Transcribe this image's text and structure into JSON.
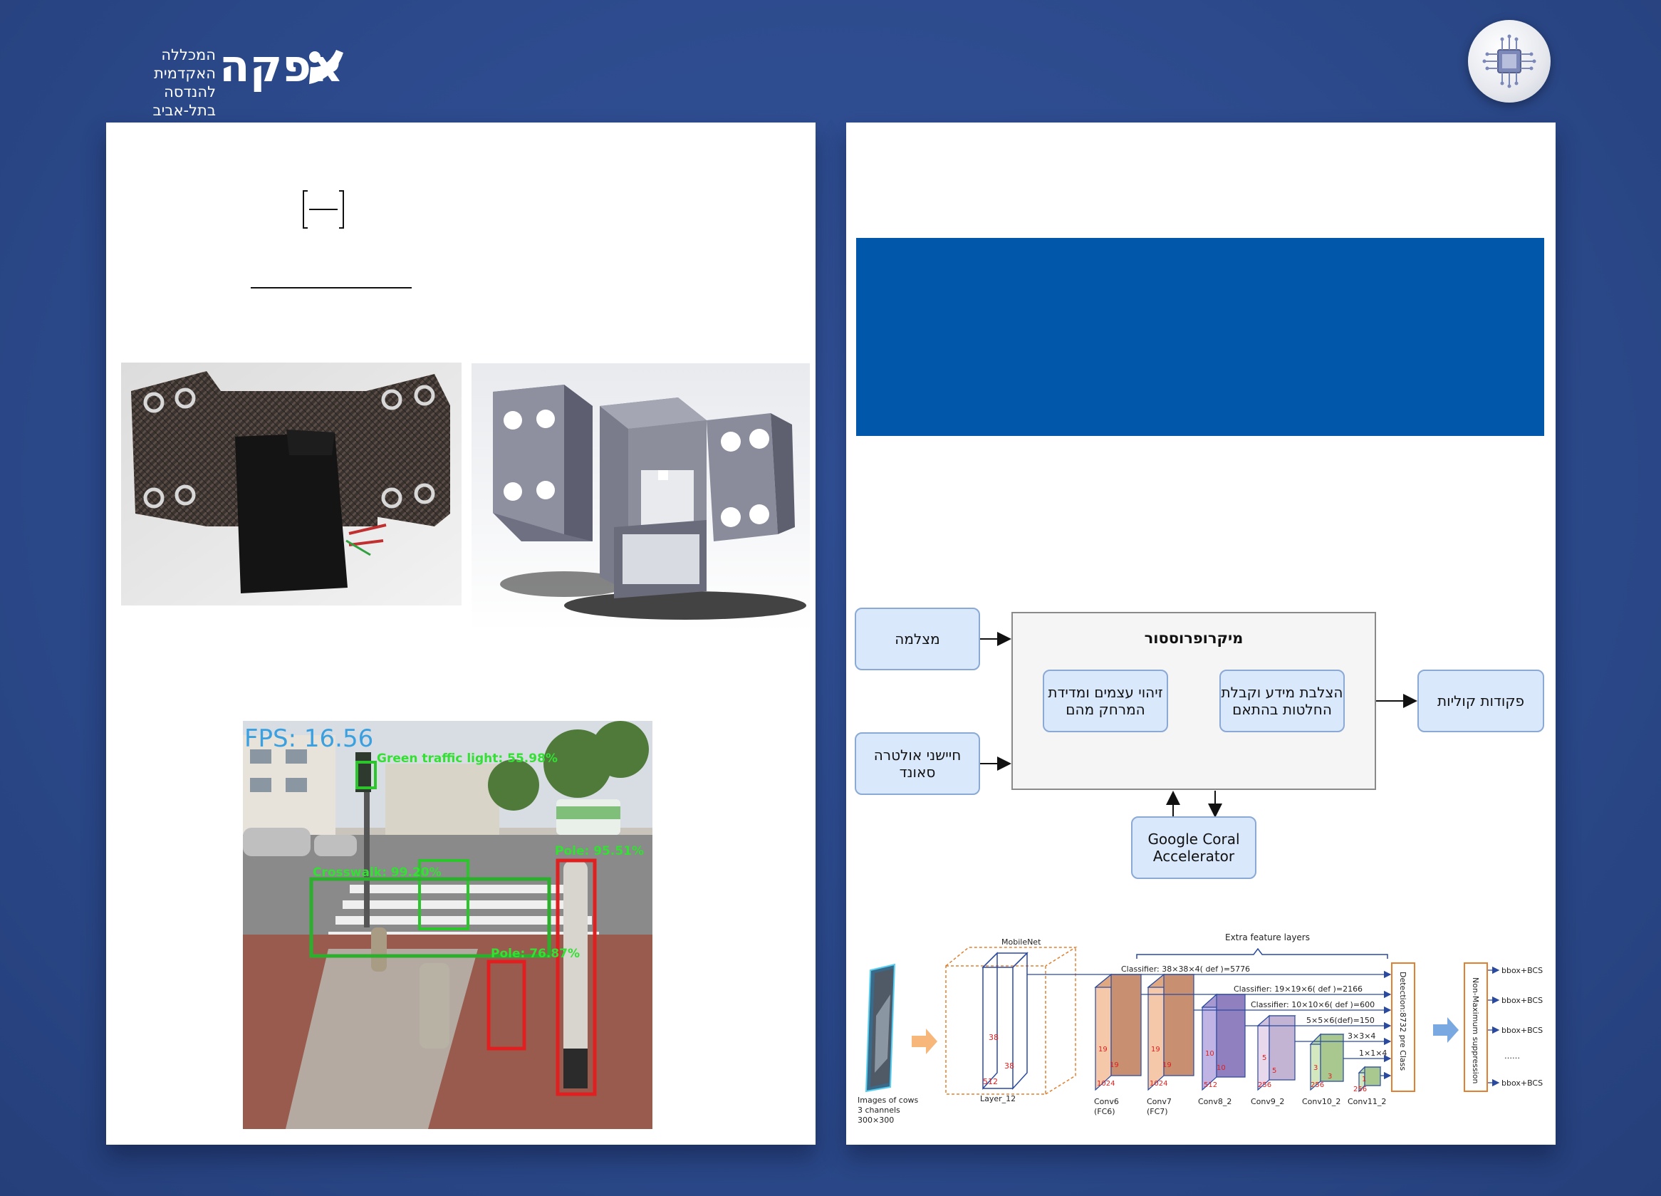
{
  "header": {
    "logo_brand": "אפקה",
    "logo_line1": "המכללה האקדמית",
    "logo_line2": "להנדסה בתל-אביב"
  },
  "colors": {
    "background": "#2c4a8c",
    "panel": "#ffffff",
    "blue_block": "#0157a9",
    "node_fill": "#dae8fc",
    "node_border": "#8aa9d4"
  },
  "detection_image": {
    "fps": "FPS: 16.56",
    "labels": {
      "traffic_light": "Green traffic light: 55.98%",
      "pole_top": "Pole: 95.51%",
      "crosswalk": "Crosswalk: 99.20%",
      "pole_short": "Pole: 76.87%"
    }
  },
  "block_diagram": {
    "camera": "מצלמה",
    "ultrasonic": "חיישני אולטרה סאונד",
    "microprocessor": "מיקרופרוססור",
    "object_detection_l1": "זיהוי עצמים ומדידת",
    "object_detection_l2": "המרחק מהם",
    "fusion_l1": "הצלבת מידע וקבלת",
    "fusion_l2": "החלטות בהתאם",
    "voice": "פקודות קוליות",
    "coral_l1": "Google Coral",
    "coral_l2": "Accelerator"
  },
  "ssd_diagram": {
    "extra_layers": "Extra feature layers",
    "mobilenet": "MobileNet",
    "classifier1": "Classifier: 38×38×4( def )=5776",
    "classifier2": "Classifier: 19×19×6( def )=2166",
    "classifier3": "Classifier: 10×10×6( def )=600",
    "classifier4": "5×5×6(def)=150",
    "classifier5": "3×3×4",
    "classifier6": "1×1×4",
    "detection": "Detection:8732 pre Class",
    "nms": "Non-Maximum suppression",
    "input_l1": "Images of cows",
    "input_l2": "3 channels",
    "input_l3": "300×300",
    "layer12": "Layer_12",
    "conv6_l1": "Conv6",
    "conv6_l2": "(FC6)",
    "conv7_l1": "Conv7",
    "conv7_l2": "(FC7)",
    "conv8": "Conv8_2",
    "conv9": "Conv9_2",
    "conv10": "Conv10_2",
    "conv11": "Conv11_2",
    "bbox1": "bbox+BCS 1",
    "bbox2": "bbox+BCS 2",
    "bbox3": "bbox+BCS 3",
    "ellipsis": "……",
    "bbox5": "bbox+BCS 5",
    "dims": {
      "l12a": "38",
      "l12b": "38",
      "l12c": "512",
      "c6a": "19",
      "c6b": "19",
      "c6c": "1024",
      "c7a": "19",
      "c7b": "19",
      "c7c": "1024",
      "c8a": "10",
      "c8b": "10",
      "c8c": "512",
      "c9a": "5",
      "c9b": "5",
      "c9c": "256",
      "c10a": "3",
      "c10b": "3",
      "c10c": "256",
      "c11a": "1",
      "c11c": "256"
    }
  }
}
